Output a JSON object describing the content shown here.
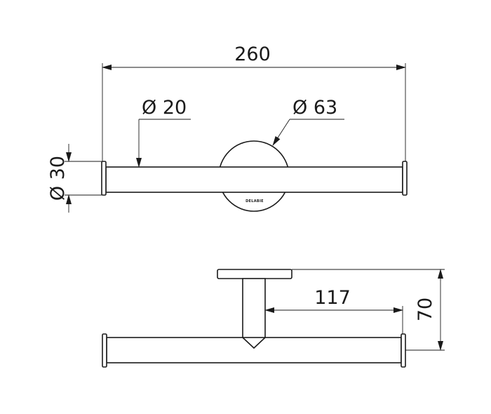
{
  "dimensions": {
    "overall_length": "260",
    "bar_diameter": "Ø 20",
    "rosette_diameter": "Ø 63",
    "end_cap_diameter": "Ø 30",
    "half_length": "117",
    "projection": "70"
  },
  "branding": {
    "logo_text": "DELABIE"
  },
  "colors": {
    "line": "#1a1a1a",
    "background": "#ffffff"
  }
}
